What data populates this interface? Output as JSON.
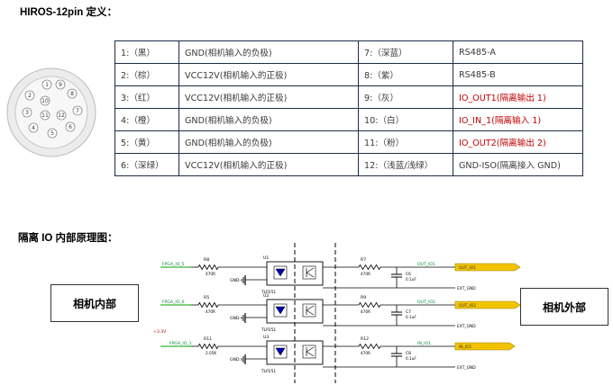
{
  "title": "HIROS-12pin 定义：",
  "connector": {
    "pins": [
      "1",
      "2",
      "3",
      "4",
      "5",
      "6",
      "7",
      "8",
      "9",
      "10",
      "11",
      "12"
    ]
  },
  "pin_table": [
    {
      "pin": "1:（黑）",
      "desc": "GND(相机输入的负极)",
      "pin2": "7:（深蓝）",
      "desc2": "RS485-A",
      "red2": false
    },
    {
      "pin": "2:（棕）",
      "desc": "VCC12V(相机输入的正极)",
      "pin2": "8:（紫）",
      "desc2": "RS485-B",
      "red2": false
    },
    {
      "pin": "3:（红）",
      "desc": "VCC12V(相机输入的正极)",
      "pin2": "9:（灰）",
      "desc2": "IO_OUT1(隔离输出 1)",
      "red2": true
    },
    {
      "pin": "4:（橙）",
      "desc": "GND(相机输入的负极)",
      "pin2": "10:（白）",
      "desc2": "IO_IN_1(隔离输入 1)",
      "red2": true
    },
    {
      "pin": "5:（黄）",
      "desc": "GND(相机输入的负极)",
      "pin2": "11:（粉）",
      "desc2": "IO_OUT2(隔离输出 2)",
      "red2": true
    },
    {
      "pin": "6:（深绿）",
      "desc": "VCC12V(相机输入的正极)",
      "pin2": "12:（浅蓝/浅绿）",
      "desc2": "GND-ISO(隔离接入 GND)",
      "red2": false
    }
  ],
  "section_title": "隔离 IO 内部原理图：",
  "inside_label": "相机内部",
  "outside_label": "相机外部",
  "schematic": {
    "nets_in": [
      "FPGA_IO_5",
      "FPGA_IO_6",
      "FPGA_IO_1"
    ],
    "r_in": [
      "R8",
      "R5",
      "R11"
    ],
    "r_in_val": [
      "470R",
      "470R",
      "2.05K"
    ],
    "gnd": [
      "GND",
      "GND",
      "GND"
    ],
    "opto": [
      "U1",
      "U2",
      "U3"
    ],
    "opto_part": [
      "TLP251",
      "TLP251",
      "TLP251"
    ],
    "r_out": [
      "R7",
      "R9",
      "R12"
    ],
    "r_out_val": [
      "470R",
      "470R",
      "470R"
    ],
    "cap": [
      "C6",
      "C7",
      "C8"
    ],
    "cap_val": [
      "0.1uF",
      "0.1uF",
      "0.1uF"
    ],
    "net_out": [
      "OUT_IO1",
      "OUT_IO2",
      "IN_IO1"
    ],
    "port": [
      "OUT_IO1",
      "OUT_IO2",
      "IN_IO1"
    ],
    "ext_gnd": [
      "EXT_GND",
      "EXT_GND",
      "EXT_GND"
    ],
    "vin": "+3.3V"
  }
}
